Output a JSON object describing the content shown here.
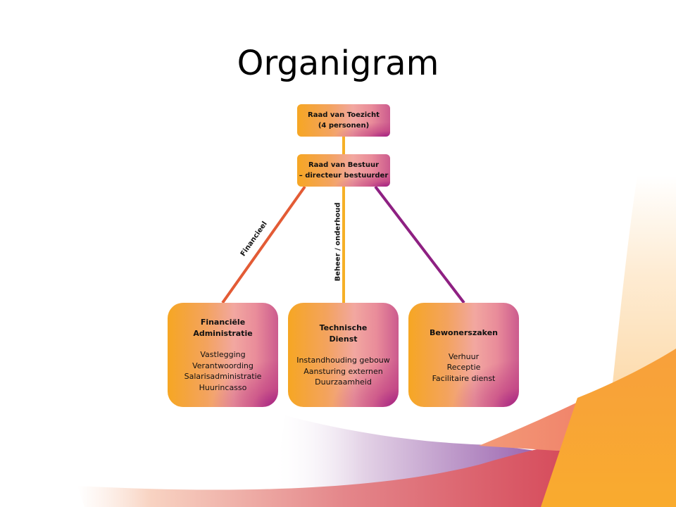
{
  "slide": {
    "title": "Organigram"
  },
  "colors": {
    "financial_line": "#e35b35",
    "technical_line": "#f6b026",
    "residents_line": "#8e2082",
    "box_orange": "#f6a623",
    "box_purple": "#a01e82"
  },
  "nodes": {
    "supervisory_board": {
      "line1": "Raad  van Toezicht",
      "line2": "(4 personen)"
    },
    "executive_board": {
      "line1": "Raad  van Bestuur",
      "line2": "–  directeur bestuurder"
    },
    "departments": [
      {
        "head": [
          "Financiële",
          "Administratie"
        ],
        "items": [
          "Vastlegging",
          "Verantwoording",
          "Salarisadministratie",
          "Huurincasso"
        ]
      },
      {
        "head": [
          "Technische",
          "Dienst"
        ],
        "items": [
          "Instandhouding gebouw",
          "Aansturing externen",
          "Duurzaamheid"
        ]
      },
      {
        "head": [
          "Bewonerszaken"
        ],
        "items": [
          "Verhuur",
          "Receptie",
          "Facilitaire dienst"
        ]
      }
    ]
  },
  "connector_labels": {
    "financial": "Financieel",
    "technical": "Beheer / onderhoud"
  }
}
